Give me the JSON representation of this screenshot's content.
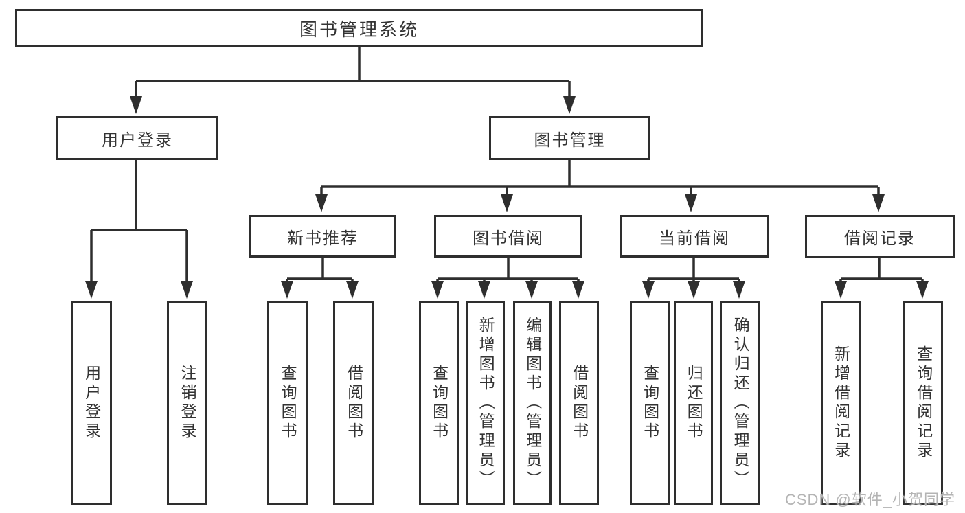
{
  "diagram": {
    "root": {
      "label": "图书管理系统"
    },
    "level2": [
      {
        "label": "用户登录"
      },
      {
        "label": "图书管理"
      }
    ],
    "level3": [
      {
        "label": "新书推荐"
      },
      {
        "label": "图书借阅"
      },
      {
        "label": "当前借阅"
      },
      {
        "label": "借阅记录"
      }
    ],
    "leaves": {
      "login": [
        "用户登录",
        "注销登录"
      ],
      "recommend": [
        "查询图书",
        "借阅图书"
      ],
      "borrow": [
        "查询图书",
        "新增图书（管理员）",
        "编辑图书（管理员）",
        "借阅图书"
      ],
      "current": [
        "查询图书",
        "归还图书",
        "确认归还（管理员）"
      ],
      "record": [
        "新增借阅记录",
        "查询借阅记录"
      ]
    }
  },
  "watermark": "CSDN @软件_小贺同学",
  "colors": {
    "line": "#2e2e2e",
    "text": "#333333",
    "watermark": "#b4b4b4",
    "background": "#ffffff"
  }
}
